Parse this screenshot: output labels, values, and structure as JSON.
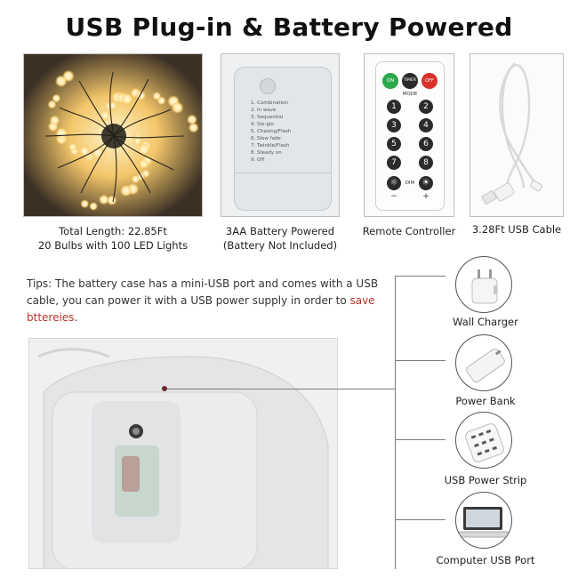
{
  "title": "USB Plug-in & Battery Powered",
  "panels": [
    {
      "caption_lines": [
        "Total Length: 22.85Ft",
        "20 Bulbs with 100 LED Lights"
      ]
    },
    {
      "caption_lines": [
        "3AA Battery Powered",
        "(Battery Not Included)"
      ],
      "mode_list": [
        "1. Combination",
        "2. In wave",
        "3. Sequential",
        "4. Slo-glo",
        "5. Chasing/Flash",
        "6. Slow fade",
        "7. Twinkle/Flash",
        "8. Steady on",
        "9. Off"
      ]
    },
    {
      "caption_lines": [
        "Remote Controller"
      ],
      "top_buttons": [
        "ON",
        "TIMER",
        "OFF"
      ],
      "mode_label": "MODE",
      "digits": [
        "1",
        "2",
        "3",
        "4",
        "5",
        "6",
        "7",
        "8"
      ],
      "dim_label": "DIM",
      "minus": "−",
      "plus": "+"
    },
    {
      "caption_lines": [
        "3.28Ft USB Cable"
      ]
    }
  ],
  "tips": {
    "text": "Tips: The battery case has a mini-USB port and comes with a USB cable, you can power it with a USB power supply in order to ",
    "highlight": "save bttereies",
    "end": "."
  },
  "power_sources": [
    {
      "label": "Wall Charger",
      "icon": "wall-charger-icon"
    },
    {
      "label": "Power Bank",
      "icon": "power-bank-icon"
    },
    {
      "label": "USB Power Strip",
      "icon": "usb-power-strip-icon"
    },
    {
      "label": "Computer USB Port",
      "icon": "laptop-icon"
    }
  ],
  "colors": {
    "on_button": "#2aa84a",
    "off_button": "#d8312a",
    "timer_button": "#2b2b2b",
    "highlight_text": "#b3342a",
    "led_glow": "#f3c66a"
  }
}
